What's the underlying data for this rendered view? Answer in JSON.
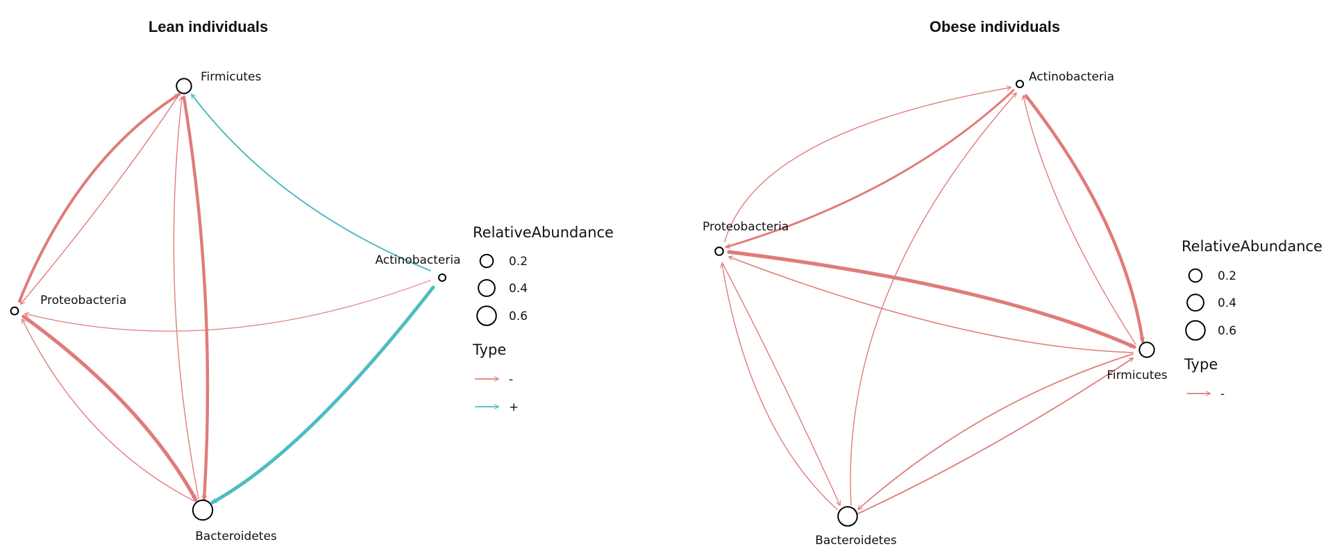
{
  "colors": {
    "negative": "#E07B79",
    "positive": "#4DBDC1"
  },
  "panels": [
    {
      "title": "Lean individuals",
      "nodes": [
        {
          "id": "firm",
          "label": "Firmicutes",
          "abundance": 0.3
        },
        {
          "id": "prot",
          "label": "Proteobacteria",
          "abundance": 0.03
        },
        {
          "id": "bact",
          "label": "Bacteroidetes",
          "abundance": 0.64
        },
        {
          "id": "acti",
          "label": "Actinobacteria",
          "abundance": 0.02
        }
      ],
      "edges": [
        {
          "from": "prot",
          "to": "firm",
          "type": "-",
          "weight": 2.0
        },
        {
          "from": "firm",
          "to": "prot",
          "type": "-",
          "weight": 0.7
        },
        {
          "from": "firm",
          "to": "bact",
          "type": "-",
          "weight": 2.2
        },
        {
          "from": "bact",
          "to": "firm",
          "type": "-",
          "weight": 0.7
        },
        {
          "from": "prot",
          "to": "bact",
          "type": "-",
          "weight": 2.6
        },
        {
          "from": "bact",
          "to": "prot",
          "type": "-",
          "weight": 0.7
        },
        {
          "from": "acti",
          "to": "prot",
          "type": "-",
          "weight": 0.6
        },
        {
          "from": "acti",
          "to": "firm",
          "type": "+",
          "weight": 1.0
        },
        {
          "from": "acti",
          "to": "bact",
          "type": "+",
          "weight": 2.5
        }
      ],
      "legend": {
        "size_title": "RelativeAbundance",
        "sizes": [
          {
            "label": "0.2",
            "value": 0.2
          },
          {
            "label": "0.4",
            "value": 0.4
          },
          {
            "label": "0.6",
            "value": 0.6
          }
        ],
        "type_title": "Type",
        "types": [
          {
            "label": "-",
            "type": "-"
          },
          {
            "label": "+",
            "type": "+"
          }
        ]
      }
    },
    {
      "title": "Obese individuals",
      "nodes": [
        {
          "id": "acti",
          "label": "Actinobacteria",
          "abundance": 0.02
        },
        {
          "id": "prot",
          "label": "Proteobacteria",
          "abundance": 0.04
        },
        {
          "id": "firm",
          "label": "Firmicutes",
          "abundance": 0.3
        },
        {
          "id": "bact",
          "label": "Bacteroidetes",
          "abundance": 0.6
        }
      ],
      "edges": [
        {
          "from": "prot",
          "to": "acti",
          "type": "-",
          "weight": 0.7
        },
        {
          "from": "acti",
          "to": "prot",
          "type": "-",
          "weight": 1.5
        },
        {
          "from": "acti",
          "to": "firm",
          "type": "-",
          "weight": 2.3
        },
        {
          "from": "firm",
          "to": "acti",
          "type": "-",
          "weight": 0.7
        },
        {
          "from": "bact",
          "to": "acti",
          "type": "-",
          "weight": 0.7
        },
        {
          "from": "prot",
          "to": "firm",
          "type": "-",
          "weight": 2.6
        },
        {
          "from": "firm",
          "to": "prot",
          "type": "-",
          "weight": 0.8
        },
        {
          "from": "prot",
          "to": "bact",
          "type": "-",
          "weight": 0.7
        },
        {
          "from": "bact",
          "to": "prot",
          "type": "-",
          "weight": 0.7
        },
        {
          "from": "firm",
          "to": "bact",
          "type": "-",
          "weight": 0.9
        },
        {
          "from": "bact",
          "to": "firm",
          "type": "-",
          "weight": 0.9
        }
      ],
      "legend": {
        "size_title": "RelativeAbundance",
        "sizes": [
          {
            "label": "0.2",
            "value": 0.2
          },
          {
            "label": "0.4",
            "value": 0.4
          },
          {
            "label": "0.6",
            "value": 0.6
          }
        ],
        "type_title": "Type",
        "types": [
          {
            "label": "-",
            "type": "-"
          }
        ]
      }
    }
  ]
}
